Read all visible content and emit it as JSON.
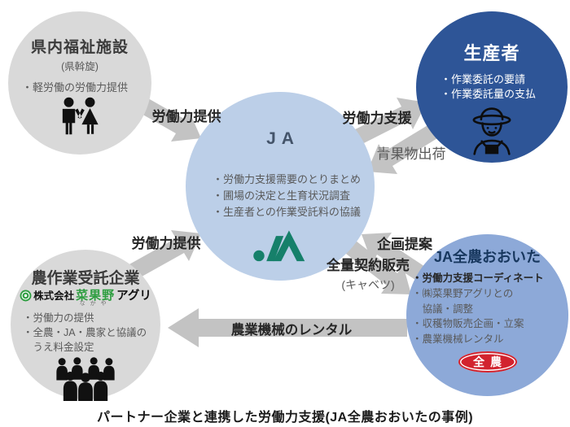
{
  "caption": "パートナー企業と連携した労働力支援(JA全農おおいたの事例)",
  "colors": {
    "producer_circle": "#2e5597",
    "ja_circle": "#bccfe8",
    "zennoh_circle": "#8da9d8",
    "gray_circle": "#d9d9d9",
    "arrow_gray": "#c3c3c3",
    "ja_logo_green": "#16806a",
    "nakaya_green": "#2f9e41",
    "zennoh_badge_red": "#d2232e"
  },
  "nodes": {
    "fukushi": {
      "title": "県内福祉施設",
      "subtitle": "(県斡旋)",
      "bullets": [
        "・軽労働の労働力提供"
      ]
    },
    "seisansha": {
      "title": "生産者",
      "bullets": [
        "・作業委託の要請",
        "・作業委託量の支払"
      ]
    },
    "ja": {
      "title": "JA",
      "bullets": [
        "・労働力支援需要のとりまとめ",
        "・圃場の決定と生育状況調査",
        "・生産者との作業受託料の協議"
      ]
    },
    "jutaku": {
      "title": "農作業受託企業",
      "company_prefix": "株式会社",
      "company_name": "菜果野",
      "company_furigana": "なかや",
      "company_suffix": "アグリ",
      "bullets": [
        "・労働力の提供",
        "・全農・JA・農家と協議の",
        "　うえ料金設定"
      ]
    },
    "zennoh": {
      "title": "JA全農おおいた",
      "bullets": [
        "・労働力支援コーディネート",
        "・㈱菜果野アグリとの",
        "　協議・調整",
        "・収穫物販売企画・立案",
        "・農業機械レンタル"
      ],
      "badge": "全農"
    }
  },
  "arrows": [
    {
      "label": "労働力提供",
      "from": "県内福祉施設",
      "to": "JA"
    },
    {
      "label": "労働力支援",
      "from": "JA",
      "to": "生産者"
    },
    {
      "label": "青果物出荷",
      "from": "生産者",
      "to": "JA"
    },
    {
      "label": "労働力提供",
      "from": "農作業受託企業",
      "to": "JA"
    },
    {
      "label": "企画提案",
      "from": "JA全農おおいた",
      "to": "JA"
    },
    {
      "label": "全量契約販売",
      "sublabel": "(キャベツ)",
      "from": "JA",
      "to": "JA全農おおいた"
    },
    {
      "label": "農業機械のレンタル",
      "from": "JA全農おおいた",
      "to": "農作業受託企業"
    }
  ]
}
